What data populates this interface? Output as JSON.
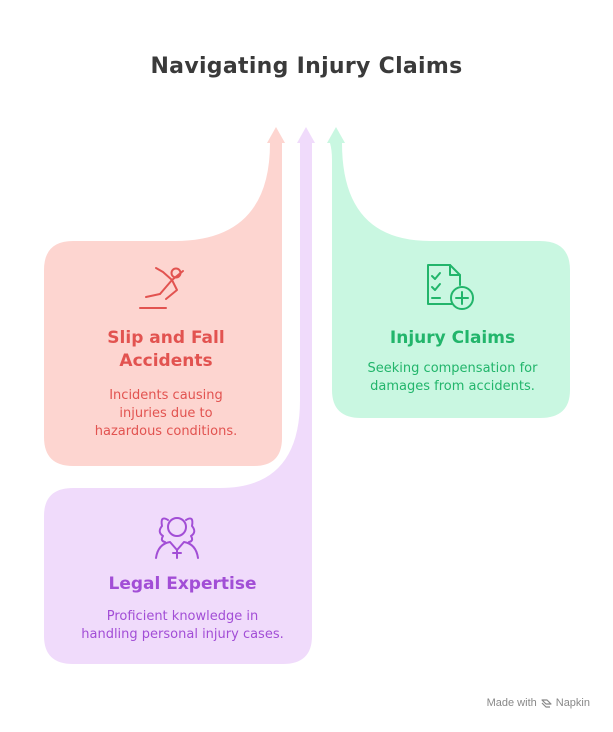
{
  "title": "Navigating Injury Claims",
  "colors": {
    "red_fill": "#fdd5d0",
    "red_text": "#e25350",
    "green_fill": "#c9f7e1",
    "green_text": "#22b56b",
    "purple_fill": "#f0dbfb",
    "purple_text": "#a24ed6"
  },
  "cards": [
    {
      "id": "slip",
      "heading_line1": "Slip and Fall",
      "heading_line2": "Accidents",
      "desc_lines": [
        "Incidents causing",
        "injuries due to",
        "hazardous conditions."
      ],
      "icon": "falling-person-icon"
    },
    {
      "id": "injury",
      "heading_line1": "Injury Claims",
      "desc_lines": [
        "Seeking compensation for",
        "damages from accidents."
      ],
      "icon": "checklist-medical-icon"
    },
    {
      "id": "legal",
      "heading_line1": "Legal Expertise",
      "desc_lines": [
        "Proficient knowledge in",
        "handling personal injury cases."
      ],
      "icon": "judge-icon"
    }
  ],
  "watermark": {
    "made_with": "Made with",
    "brand": "Napkin",
    "icon": "napkin-logo-icon"
  }
}
